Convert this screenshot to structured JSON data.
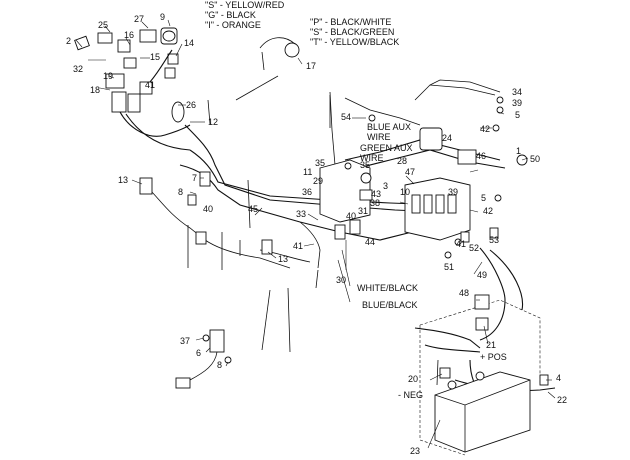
{
  "legend_left": [
    "\"S\" - YELLOW/RED",
    "\"G\" - BLACK",
    "\"I\" - ORANGE"
  ],
  "legend_right": [
    "\"P\" - BLACK/WHITE",
    "\"S\" - BLACK/GREEN",
    "\"T\" - YELLOW/BLACK"
  ],
  "wire_labels": {
    "blue_aux_wire": "BLUE AUX\nWIRE",
    "green_aux_wire": "GREEN AUX\nWIRE",
    "white_black": "WHITE/BLACK",
    "blue_black": "BLUE/BLACK",
    "pos": "+ POS",
    "neg": "- NEG"
  },
  "callouts": [
    "2",
    "25",
    "16",
    "27",
    "9",
    "14",
    "32",
    "15",
    "19",
    "18",
    "41",
    "26",
    "12",
    "17",
    "54",
    "13",
    "7",
    "8",
    "40",
    "45",
    "33",
    "13",
    "41",
    "30",
    "35",
    "11",
    "29",
    "36",
    "3",
    "35",
    "43",
    "38",
    "31",
    "44",
    "40",
    "28",
    "24",
    "47",
    "46",
    "1",
    "50",
    "34",
    "39",
    "5",
    "42",
    "10",
    "39",
    "5",
    "42",
    "41",
    "52",
    "53",
    "51",
    "49",
    "48",
    "37",
    "6",
    "8",
    "21",
    "20",
    "4",
    "22",
    "23"
  ]
}
